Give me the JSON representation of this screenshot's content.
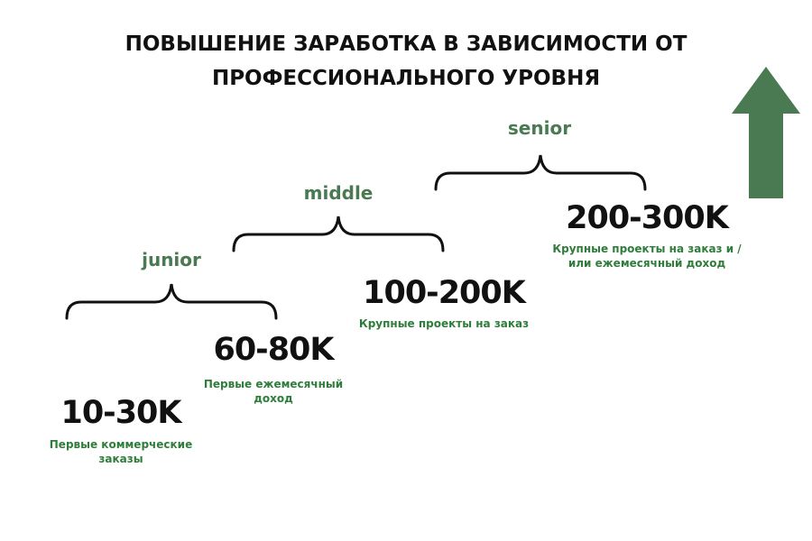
{
  "title": {
    "line1": "ПОВЫШЕНИЕ ЗАРАБОТКА В ЗАВИСИМОСТИ ОТ",
    "line2": "ПРОФЕССИОНАЛЬНОГО УРОВНЯ"
  },
  "levels": {
    "junior": "junior",
    "middle": "middle",
    "senior": "senior"
  },
  "steps": [
    {
      "amount": "10-30K",
      "desc_line1": "Первые коммерческие",
      "desc_line2": "заказы"
    },
    {
      "amount": "60-80K",
      "desc_line1": "Первые ежемесячный",
      "desc_line2": "доход"
    },
    {
      "amount": "100-200K",
      "desc_line1": "Крупные проекты на заказ",
      "desc_line2": ""
    },
    {
      "amount": "200-300K",
      "desc_line1": "Крупные проекты на заказ и /",
      "desc_line2": "или ежемесячный доход"
    }
  ],
  "colors": {
    "level_text": "#4a7a52",
    "desc_text": "#2e7d3a",
    "arrow": "#4a7a52",
    "amount_text": "#111111"
  },
  "icons": {
    "growth_arrow": "up-arrow-icon"
  }
}
